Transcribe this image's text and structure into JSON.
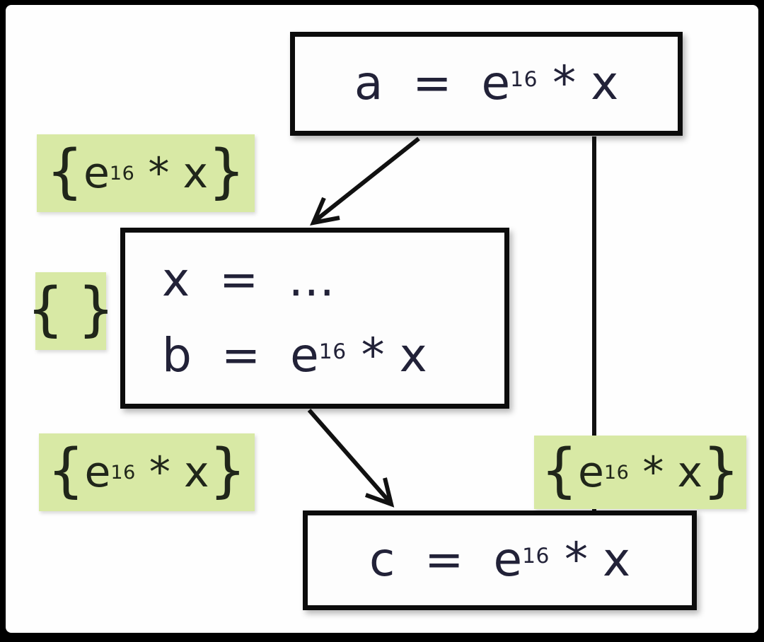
{
  "palette": {
    "frame": "#000000",
    "canvas_bg": "#fefefe",
    "node_fill": "#fdfdfd",
    "node_border": "#0c0c0c",
    "node_text": "#222238",
    "highlight_bg": "#d8e9a5",
    "label_text": "#20261a",
    "edge": "#111111"
  },
  "nodes": [
    {
      "id": "a",
      "lines": [
        {
          "pre": "a  =  e",
          "sup": "16",
          "post": " * x"
        }
      ]
    },
    {
      "id": "xb",
      "lines": [
        {
          "pre": "x  =  …",
          "sup": "",
          "post": ""
        },
        {
          "pre": "b  =  e",
          "sup": "16",
          "post": " * x"
        }
      ]
    },
    {
      "id": "c",
      "lines": [
        {
          "pre": "c  =  e",
          "sup": "16",
          "post": " * x"
        }
      ]
    }
  ],
  "set_labels": [
    {
      "id": "after-a",
      "open": "{",
      "pre": "e",
      "sup": "16",
      "post": " * x",
      "close": "}"
    },
    {
      "id": "after-x",
      "open": "{",
      "pre": " ",
      "sup": "",
      "post": "",
      "close": "}"
    },
    {
      "id": "before-c-left",
      "open": "{",
      "pre": "e",
      "sup": "16",
      "post": " * x",
      "close": "}"
    },
    {
      "id": "before-c-right",
      "open": "{",
      "pre": "e",
      "sup": "16",
      "post": " * x",
      "close": "}"
    }
  ]
}
